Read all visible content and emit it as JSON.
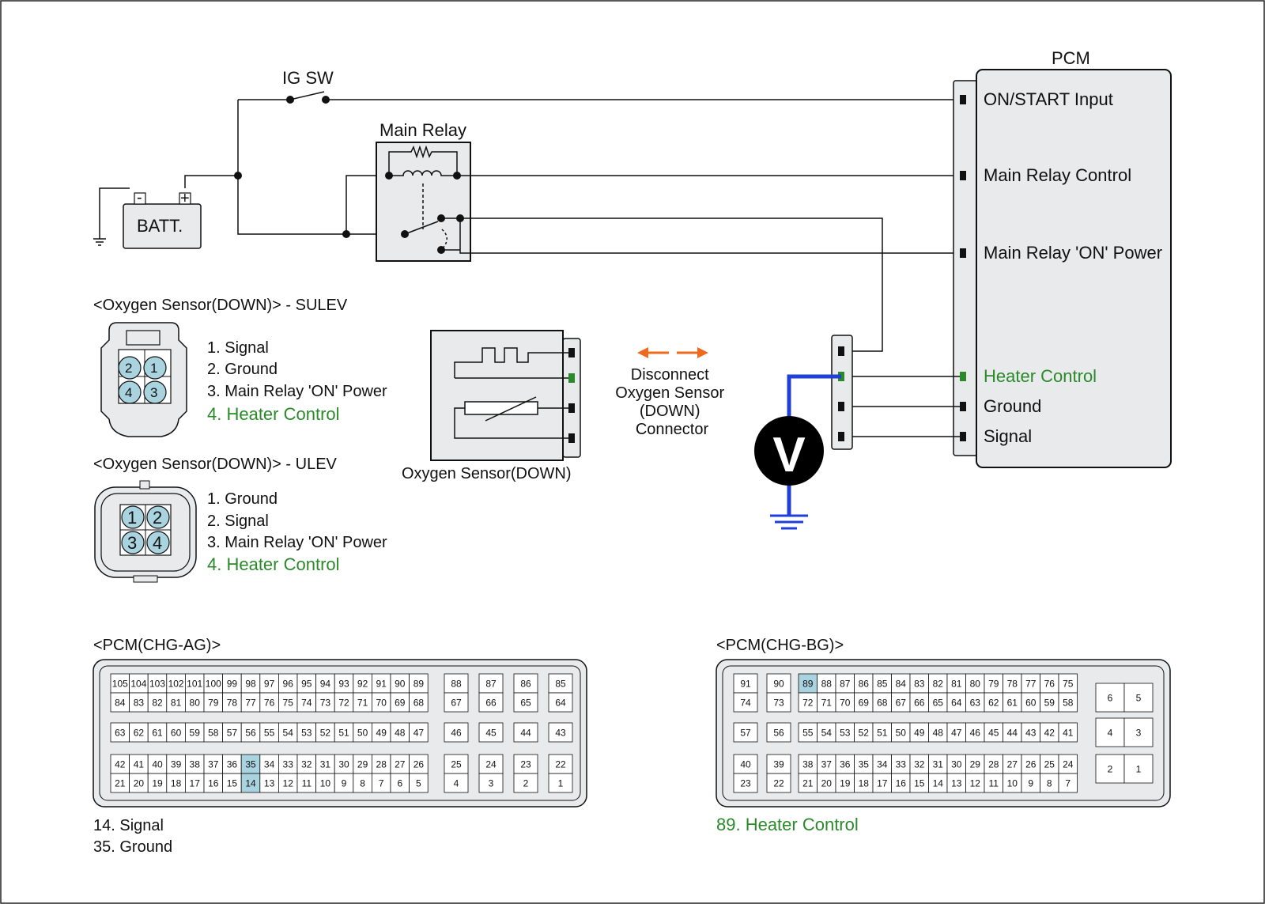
{
  "colors": {
    "accent_green": "#2a8a2a",
    "meter_wire_blue": "#1f3fd8",
    "arrow_orange": "#ee6a1f",
    "highlight_pin": "#a9d3df",
    "panel_fill": "#e8eaeb"
  },
  "circuit": {
    "ig_sw_label": "IG SW",
    "main_relay_label": "Main Relay",
    "battery_label": "BATT.",
    "battery_neg": "-",
    "battery_pos": "+",
    "pcm_label": "PCM",
    "pcm_pins": [
      {
        "label": "ON/START Input",
        "color": "#111111"
      },
      {
        "label": "Main Relay Control",
        "color": "#111111"
      },
      {
        "label": "Main Relay 'ON' Power",
        "color": "#111111"
      },
      {
        "label": "Heater Control",
        "color": "#2a8a2a"
      },
      {
        "label": "Ground",
        "color": "#111111"
      },
      {
        "label": "Signal",
        "color": "#111111"
      }
    ],
    "sensor_label": "Oxygen Sensor(DOWN)",
    "disconnect_lines": [
      "Disconnect",
      "Oxygen Sensor",
      "(DOWN)",
      "Connector"
    ],
    "voltmeter_symbol": "V"
  },
  "sulev": {
    "title": "<Oxygen Sensor(DOWN)> - SULEV",
    "pin_numbers": [
      "2",
      "1",
      "4",
      "3"
    ],
    "items": [
      "1. Signal",
      "2. Ground",
      "3. Main Relay 'ON' Power",
      "4. Heater Control"
    ]
  },
  "ulev": {
    "title": "<Oxygen Sensor(DOWN)> - ULEV",
    "pin_numbers": [
      "1",
      "2",
      "3",
      "4"
    ],
    "items": [
      "1. Ground",
      "2. Signal",
      "3. Main Relay 'ON' Power",
      "4. Heater Control"
    ]
  },
  "pcm_ag": {
    "title": "<PCM(CHG-AG)>",
    "highlighted": [
      14,
      35
    ],
    "rows_top": [
      105,
      104,
      103,
      102,
      101,
      100,
      99,
      98,
      97,
      96,
      95,
      94,
      93,
      92,
      91,
      90,
      89
    ],
    "rows_top_extra": [
      88,
      87,
      86,
      85
    ],
    "rows_second": [
      84,
      83,
      82,
      81,
      80,
      79,
      78,
      77,
      76,
      75,
      74,
      73,
      72,
      71,
      70,
      69,
      68
    ],
    "rows_second_extra": [
      67,
      66,
      65,
      64
    ],
    "row_middle": [
      63,
      62,
      61,
      60,
      59,
      58,
      57,
      56,
      55,
      54,
      53,
      52,
      51,
      50,
      49,
      48,
      47
    ],
    "row_middle_extra": [
      46,
      45,
      44,
      43
    ],
    "row_lower": [
      42,
      41,
      40,
      39,
      38,
      37,
      36,
      35,
      34,
      33,
      32,
      31,
      30,
      29,
      28,
      27,
      26
    ],
    "row_lower_extra": [
      25,
      24,
      23,
      22
    ],
    "row_bottom": [
      21,
      20,
      19,
      18,
      17,
      16,
      15,
      14,
      13,
      12,
      11,
      10,
      9,
      8,
      7,
      6,
      5
    ],
    "row_bottom_extra": [
      4,
      3,
      2,
      1
    ],
    "notes": [
      "14. Signal",
      "35. Ground"
    ]
  },
  "pcm_bg": {
    "title": "<PCM(CHG-BG)>",
    "highlighted": [
      89
    ],
    "left_col_a": [
      91,
      74,
      57,
      40,
      23
    ],
    "left_col_b": [
      90,
      73,
      56,
      39,
      22
    ],
    "row1": [
      89,
      88,
      87,
      86,
      85,
      84,
      83,
      82,
      81,
      80,
      79,
      78,
      77,
      76,
      75
    ],
    "row2": [
      72,
      71,
      70,
      69,
      68,
      67,
      66,
      65,
      64,
      63,
      62,
      61,
      60,
      59,
      58
    ],
    "row3": [
      55,
      54,
      53,
      52,
      51,
      50,
      49,
      48,
      47,
      46,
      45,
      44,
      43,
      42,
      41
    ],
    "row4": [
      38,
      37,
      36,
      35,
      34,
      33,
      32,
      31,
      30,
      29,
      28,
      27,
      26,
      25,
      24
    ],
    "row5": [
      21,
      20,
      19,
      18,
      17,
      16,
      15,
      14,
      13,
      12,
      11,
      10,
      9,
      8,
      7
    ],
    "right_blocks": [
      [
        6,
        5
      ],
      [
        4,
        3
      ],
      [
        2,
        1
      ]
    ],
    "notes": [
      "89. Heater Control"
    ]
  }
}
